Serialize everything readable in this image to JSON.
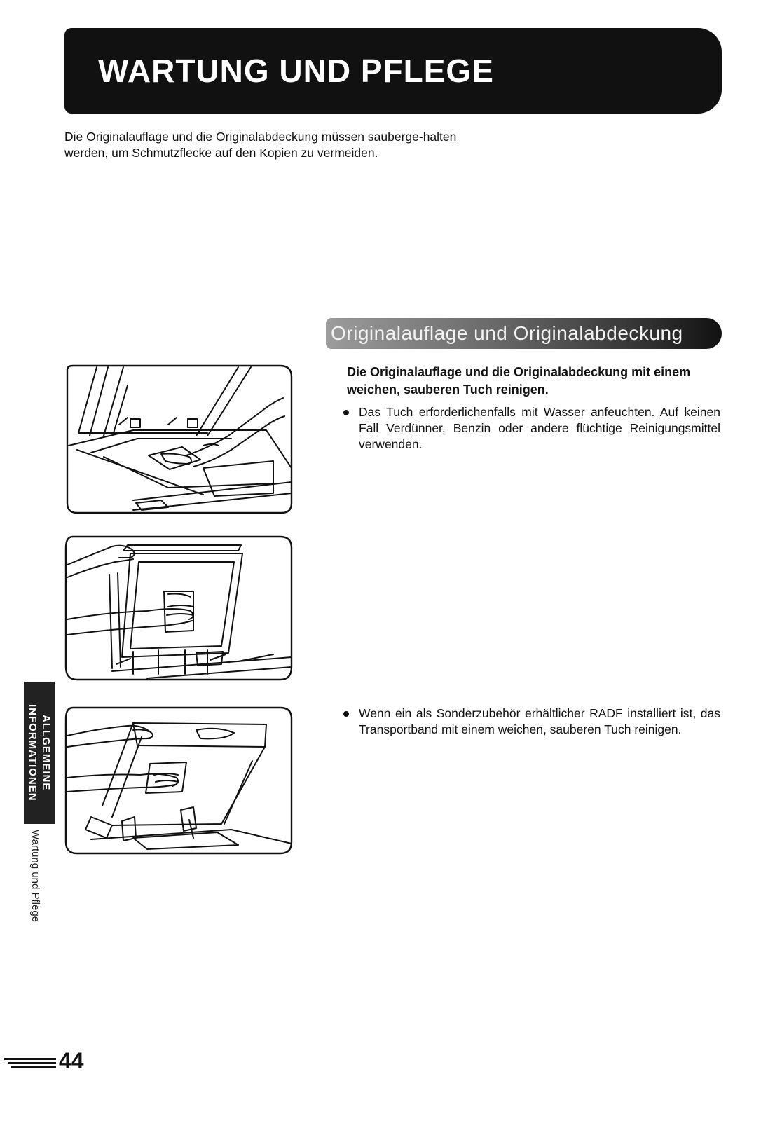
{
  "header": {
    "title": "WARTUNG UND PFLEGE"
  },
  "intro": {
    "text": "Die Originalauflage und die Originalabdeckung müssen sauberge-halten werden, um Schmutzflecke auf den Kopien zu vermeiden."
  },
  "section": {
    "title": "Originalauflage und Originalabdeckung",
    "instruction": "Die Originalauflage und die Originalabdeckung mit einem weichen, sauberen Tuch reinigen.",
    "bullets": [
      "Das Tuch erforderlichenfalls mit Wasser anfeuchten. Auf keinen Fall Verdünner, Benzin oder andere flüchtige Reinigungsmittel verwenden.",
      "Wenn ein als Sonderzubehör erhältlicher RADF installiert ist, das Transportband mit einem weichen, sauberen Tuch reinigen."
    ]
  },
  "sidebar": {
    "tab_label": "ALLGEMEINE INFORMATIONEN",
    "section_label": "Wartung und Pflege"
  },
  "footer": {
    "page_number": "44"
  },
  "colors": {
    "ink": "#111111",
    "paper": "#ffffff"
  },
  "icons": [
    "bullet-dot-icon",
    "page-marker-icon"
  ]
}
